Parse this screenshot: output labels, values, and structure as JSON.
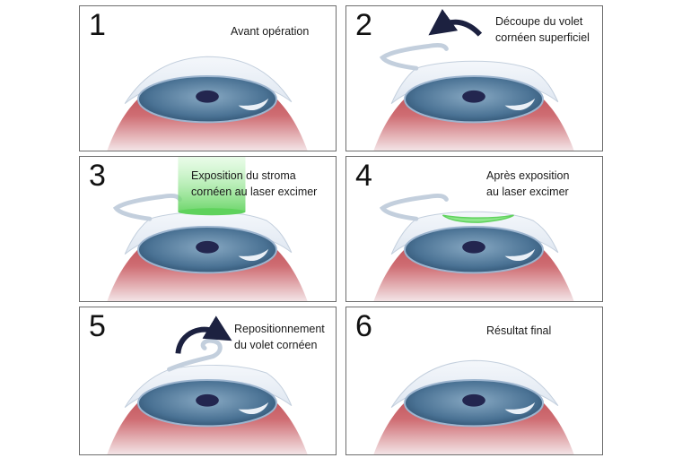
{
  "steps": [
    {
      "number": "1",
      "caption": [
        "Avant opération"
      ]
    },
    {
      "number": "2",
      "caption": [
        "Découpe du volet",
        "cornéen superficiel"
      ]
    },
    {
      "number": "3",
      "caption": [
        "Exposition du stroma",
        "cornéen au laser excimer"
      ]
    },
    {
      "number": "4",
      "caption": [
        "Après exposition",
        "au laser excimer"
      ]
    },
    {
      "number": "5",
      "caption": [
        "Repositionnement",
        "du volet cornéen"
      ]
    },
    {
      "number": "6",
      "caption": [
        "Résultat final"
      ]
    }
  ],
  "colors": {
    "eye_red": "#b53e46",
    "iris_blue": "#4a7294",
    "pupil": "#23264f",
    "cornea_flap": "#e6edf7",
    "laser_green": "#8ee68c",
    "arrow": "#1c2140"
  }
}
